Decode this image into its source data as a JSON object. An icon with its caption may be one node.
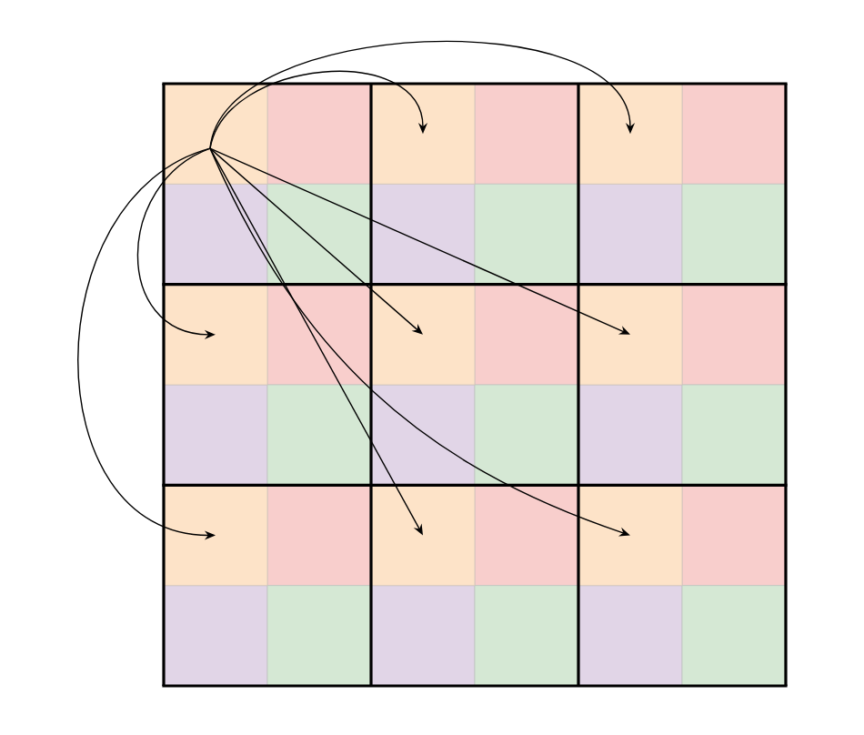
{
  "diagram": {
    "nodes": [
      {
        "text": [],
        "shape": "box"
      },
      {
        "text": [],
        "shape": "box"
      },
      {
        "text": [],
        "shape": "box"
      },
      {
        "text": [],
        "shape": "box"
      },
      {
        "text": [],
        "shape": "box"
      },
      {
        "text": [],
        "shape": "box"
      },
      {
        "text": [],
        "shape": "box"
      },
      {
        "text": [],
        "shape": "box"
      },
      {
        "text": [],
        "shape": "box"
      }
    ],
    "edges": [
      {
        "from": 0,
        "to": 1,
        "arrow": "to"
      },
      {
        "from": 0,
        "to": 2,
        "arrow": "to"
      },
      {
        "from": 0,
        "to": 3,
        "arrow": "to"
      },
      {
        "from": 0,
        "to": 4,
        "arrow": "to"
      },
      {
        "from": 0,
        "to": 5,
        "arrow": "to"
      },
      {
        "from": 0,
        "to": 6,
        "arrow": "to"
      },
      {
        "from": 0,
        "to": 7,
        "arrow": "to"
      },
      {
        "from": 0,
        "to": 8,
        "arrow": "to"
      }
    ]
  }
}
